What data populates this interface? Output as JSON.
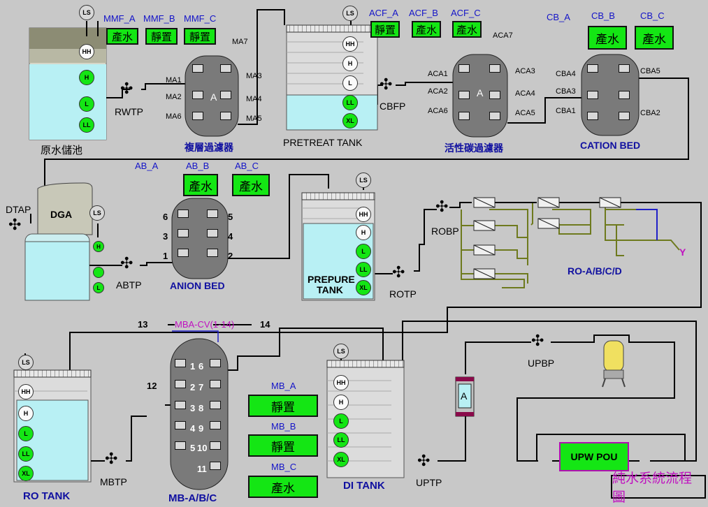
{
  "title": "純水系統流程圖",
  "tanks": {
    "raw": "原水儲池",
    "pretreat": "PRETREAT TANK",
    "dga": "DGA",
    "prepure": "PREPURE TANK",
    "ro": "RO TANK",
    "di": "DI TANK"
  },
  "vessels": {
    "mmf": "複層過濾器",
    "acf": "活性碳過濾器",
    "cation": "CATION BED",
    "anion": "ANION BED",
    "ro": "RO-A/B/C/D",
    "mb": "MB-A/B/C",
    "mba_cv": "MBA-CV(1-14)",
    "vessel_a": "A",
    "acf_a": "A"
  },
  "pumps": {
    "rwtp": "RWTP",
    "cbfp": "CBFP",
    "dtap": "DTAP",
    "abtp": "ABTP",
    "rotp": "ROTP",
    "robp": "ROBP",
    "mbtp": "MBTP",
    "uptp": "UPTP",
    "upbp": "UPBP"
  },
  "units": {
    "mmf": [
      {
        "name": "MMF_A",
        "state": "產水"
      },
      {
        "name": "MMF_B",
        "state": "靜置"
      },
      {
        "name": "MMF_C",
        "state": "靜置"
      }
    ],
    "acf": [
      {
        "name": "ACF_A",
        "state": "靜置"
      },
      {
        "name": "ACF_B",
        "state": "產水"
      },
      {
        "name": "ACF_C",
        "state": "產水"
      }
    ],
    "cb": [
      {
        "name": "CB_A",
        "state": ""
      },
      {
        "name": "CB_B",
        "state": "產水"
      },
      {
        "name": "CB_C",
        "state": "產水"
      }
    ],
    "ab": [
      {
        "name": "AB_A",
        "state": ""
      },
      {
        "name": "AB_B",
        "state": "產水"
      },
      {
        "name": "AB_C",
        "state": "產水"
      }
    ],
    "mb": [
      {
        "name": "MB_A",
        "state": "靜置"
      },
      {
        "name": "MB_B",
        "state": "靜置"
      },
      {
        "name": "MB_C",
        "state": "產水"
      }
    ]
  },
  "valves": {
    "ma": [
      "MA1",
      "MA2",
      "MA6",
      "MA3",
      "MA4",
      "MA5",
      "MA7"
    ],
    "aca": [
      "ACA1",
      "ACA2",
      "ACA6",
      "ACA3",
      "ACA4",
      "ACA5",
      "ACA7"
    ],
    "cba": [
      "CBA4",
      "CBA3",
      "CBA1",
      "CBA5",
      "CBA2"
    ],
    "anion": [
      "6",
      "3",
      "1",
      "5",
      "4",
      "2"
    ],
    "mb_left": [
      "1",
      "2",
      "3",
      "4",
      "5"
    ],
    "mb_right": [
      "6",
      "7",
      "8",
      "9",
      "10",
      "11"
    ],
    "mb_ext": [
      "13",
      "14",
      "12"
    ]
  },
  "levels": {
    "ls": "LS",
    "hh": "HH",
    "h": "H",
    "l": "L",
    "ll": "LL",
    "xl": "XL"
  },
  "misc": {
    "y_label": "Y",
    "upw_pou": "UPW   POU"
  },
  "colors": {
    "background": "#c8c8c8",
    "state_green": "#14e614",
    "water": "#b8f0f4",
    "label_blue": "#1414c8",
    "title_magenta": "#c010c0",
    "pipe": "#000000",
    "ro_pipe": "#6e7a1e"
  }
}
